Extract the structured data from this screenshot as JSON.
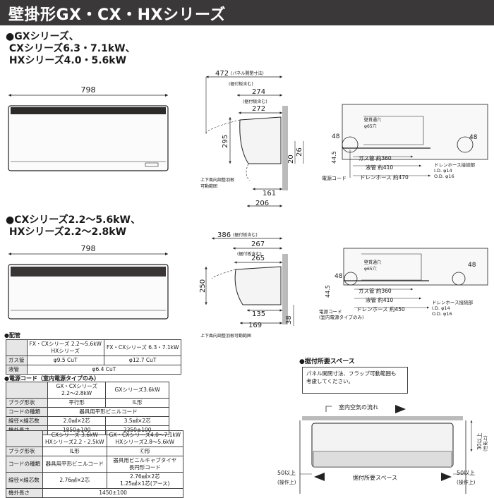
{
  "header": {
    "title": "壁掛形GX・CX・HXシリーズ"
  },
  "section1": {
    "title": "●GXシリーズ、\n CXシリーズ6.3・7.1kW、\n HXシリーズ4.0・5.6kW"
  },
  "section2": {
    "title": "●CXシリーズ2.2～5.6kW、\n HXシリーズ2.2～2.8kW"
  },
  "dims1": {
    "width": "798",
    "depth_total": "472",
    "depth_total_note": "(パネル開閉寸法)",
    "depth_bracket": "274",
    "depth_bracket_note": "(据付板含む)",
    "depth_body": "272",
    "height": "295",
    "d20": "20",
    "d26": "26",
    "d161": "161",
    "d206": "206",
    "louver": "上下風向調整羽根\n可動範囲"
  },
  "dims2": {
    "width": "798",
    "depth_total": "386",
    "depth_total_note": "(据付板含む)",
    "depth_bracket": "267",
    "depth_body": "265",
    "depth_body_note": "(据付板含む)",
    "height": "250",
    "d135": "135",
    "d169": "169",
    "d38": "38",
    "louver": "上下風向調整羽根可動範囲"
  },
  "piping1": {
    "hole": "壁貫通穴\nφ65穴",
    "d48a": "48",
    "d48b": "48",
    "d44": "44.5",
    "gas": "ガス管 約360",
    "liquid": "液管 約410",
    "drain": "ドレンホース 約470",
    "power": "電源コード",
    "drain_conn": "ドレンホース接続部\nI.D. φ14\nO.D. φ16"
  },
  "piping2": {
    "hole": "壁貫通穴\nφ65穴",
    "d48a": "48",
    "d48b": "48",
    "d44": "44.5",
    "gas": "ガス管 約360",
    "liquid": "液管 約410",
    "drain": "ドレンホース 約450",
    "power": "電源コード\n(室内電源タイプのみ)",
    "drain_conn": "ドレンホース接続部\nI.D. φ14\nO.D. φ16"
  },
  "pipe_table": {
    "title": "●配管",
    "col1": "FX・CXシリーズ 2.2～5.6kW\nHXシリーズ",
    "col2": "FX・CXシリーズ 6.3・7.1kW",
    "rows": [
      {
        "label": "ガス管",
        "v1": "φ9.5 CuT",
        "v2": "φ12.7 CuT"
      },
      {
        "label": "液管",
        "v": "φ6.4 CuT"
      }
    ]
  },
  "power_table1": {
    "title": "●電源コード（室内電源タイプのみ）",
    "col1": "GX・CXシリーズ\n2.2～2.8kW",
    "col2": "GXシリーズ3.6kW",
    "rows": [
      {
        "label": "プラグ形状",
        "v1": "平行形",
        "v2": "IL形"
      },
      {
        "label": "コードの種類",
        "v": "器具用平形ビニルコード"
      },
      {
        "label": "線径×線芯数",
        "v1": "2.0㎟×2芯",
        "v2": "3.5㎟×2芯"
      },
      {
        "label": "機外長さ",
        "v1": "1850±100",
        "v2": "2350±100"
      }
    ]
  },
  "power_table2": {
    "col1": "CXシリーズ 3.6kW\nHXシリーズ2.2・2.5kW",
    "col2": "GX・CXシリーズ4.0～7.1kW\nHXシリーズ2.8～5.6kW",
    "rows": [
      {
        "label": "プラグ形状",
        "v1": "IL形",
        "v2": "Ⓒ形"
      },
      {
        "label": "コードの種類",
        "v1": "器具用平形ビニルコード",
        "v2": "器具用ビニルキャブタイヤ\n長円形コード"
      },
      {
        "label": "線径×線芯数",
        "v1": "2.76㎟×2芯",
        "v2": "2.76㎟×2芯\n1.25㎟×1芯(アース)"
      },
      {
        "label": "機外長さ",
        "v": "1450±100"
      }
    ]
  },
  "space": {
    "title": "●据付所要スペース",
    "note": "パネル開閉寸法、フラップ可動範囲も\n考慮してください。",
    "airflow": "室内空気の流れ",
    "top_dim": "30以上",
    "top_note": "(性能上)",
    "left": "50以上",
    "left_note": "(操作上)",
    "right": "50以上",
    "right_note": "(操作上)",
    "bottom": "据付所要スペース"
  }
}
